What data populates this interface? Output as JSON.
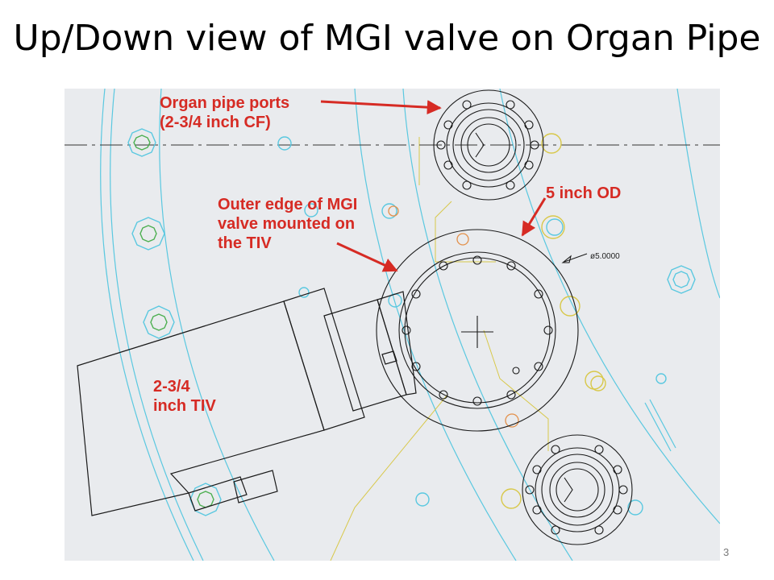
{
  "slide": {
    "title": "Up/Down view of MGI valve on Organ Pipe",
    "number": "3"
  },
  "labels": {
    "organ_pipe_ports": "Organ pipe ports\n(2-3/4 inch CF)",
    "outer_edge": "Outer edge of MGI\nvalve mounted on\nthe TIV",
    "od": "5 inch OD",
    "tiv": "2-3/4\ninch TIV",
    "dimension": "ø5.0000"
  },
  "colors": {
    "annotation": "#d62b24",
    "drawing_bg": "#e9ebee",
    "cyan_lines": "#5ac8e0",
    "green_lines": "#4caf50",
    "yellow_lines": "#d8c84a",
    "orange_lines": "#e3904a",
    "black_lines": "#1a1a1a"
  }
}
